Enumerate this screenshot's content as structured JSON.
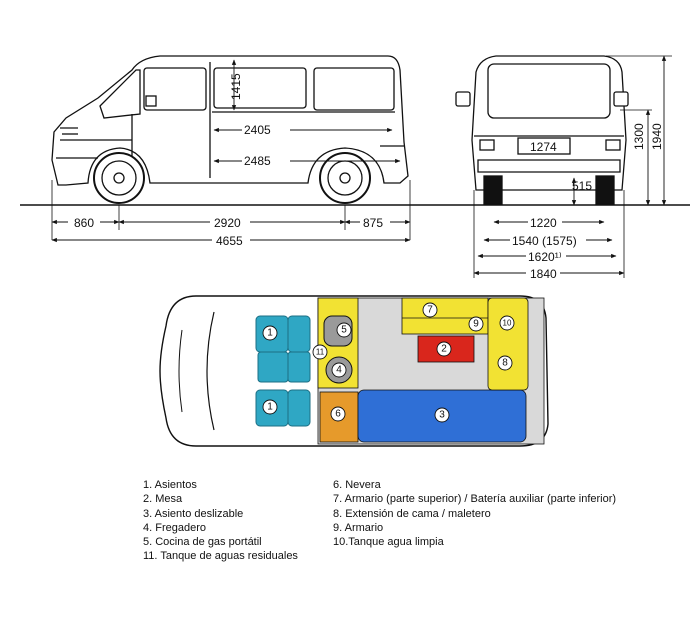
{
  "dimensions": {
    "side": {
      "interior_height": "1415",
      "interior_length_upper": "2405",
      "interior_length_lower": "2485",
      "front_overhang": "860",
      "wheelbase": "2920",
      "rear_overhang": "875",
      "overall_length": "4655"
    },
    "rear": {
      "plate": "1274",
      "door_height": "1300",
      "overall_height": "1940",
      "step_height": "515",
      "floor_width": "1220",
      "width_1": "1540 (1575)",
      "width_2": "1620¹⁾",
      "overall_width": "1840"
    }
  },
  "floorplan": {
    "markers": {
      "m1a": "1",
      "m1b": "1",
      "m2": "2",
      "m3": "3",
      "m4": "4",
      "m5": "5",
      "m6": "6",
      "m7": "7",
      "m8": "8",
      "m9": "9",
      "m10": "10",
      "m11": "11"
    },
    "colors": {
      "seats": "#2fa7c4",
      "yellow": "#f2e233",
      "red": "#d9261c",
      "blue": "#2f6fd6",
      "orange": "#e69a2b",
      "floor": "#d9d9d9"
    }
  },
  "legend": {
    "left": [
      "1. Asientos",
      "2. Mesa",
      "3. Asiento deslizable",
      "4. Fregadero",
      "5. Cocina de gas portátil",
      "11. Tanque de aguas residuales"
    ],
    "right": [
      "6. Nevera",
      "7. Armario (parte superior) / Batería auxiliar (parte inferior)",
      "8. Extensión de cama / maletero",
      "9. Armario",
      "10.Tanque agua limpia"
    ]
  }
}
